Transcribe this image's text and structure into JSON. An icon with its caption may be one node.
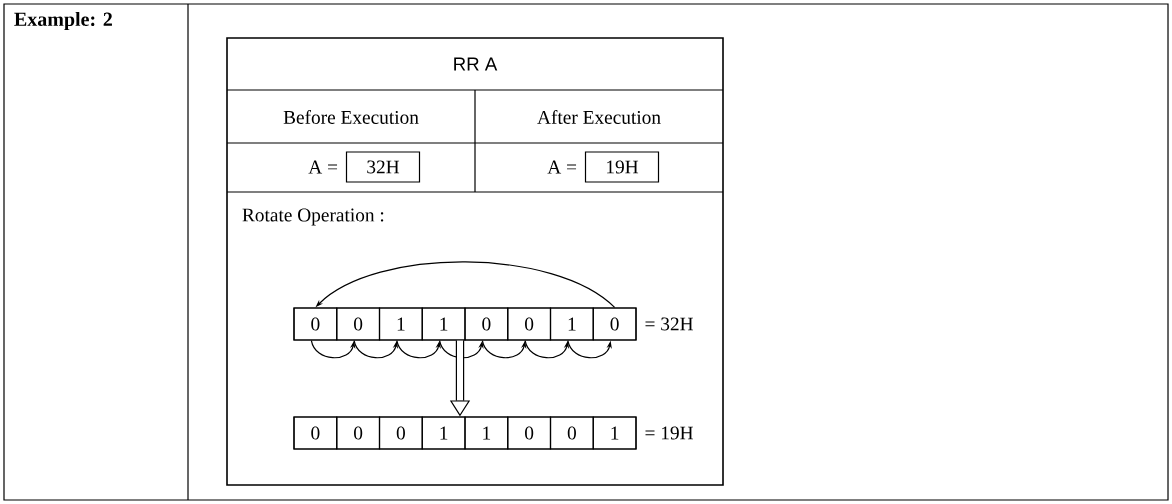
{
  "diagram": {
    "nodes": [
      {
        "text": [
          "32H"
        ],
        "beside": [
          "A ="
        ]
      },
      {
        "text": [
          "19H"
        ],
        "beside": [
          "A ="
        ]
      },
      {
        "text": [],
        "shape": "box",
        "beside": [
          "= 32H"
        ]
      },
      {
        "text": [
          "0"
        ],
        "in": 2
      },
      {
        "text": [
          "0"
        ],
        "in": 2
      },
      {
        "text": [
          "1"
        ],
        "in": 2
      },
      {
        "text": [
          "1"
        ],
        "in": 2
      },
      {
        "text": [
          "0"
        ],
        "in": 2
      },
      {
        "text": [
          "0"
        ],
        "in": 2
      },
      {
        "text": [
          "1"
        ],
        "in": 2
      },
      {
        "text": [
          "0"
        ],
        "in": 2
      },
      {
        "text": [],
        "shape": "box",
        "beside": [
          "= 19H"
        ]
      },
      {
        "text": [
          "0"
        ],
        "in": 11
      },
      {
        "text": [
          "0"
        ],
        "in": 11
      },
      {
        "text": [
          "0"
        ],
        "in": 11
      },
      {
        "text": [
          "1"
        ],
        "in": 11
      },
      {
        "text": [
          "1"
        ],
        "in": 11
      },
      {
        "text": [
          "0"
        ],
        "in": 11
      },
      {
        "text": [
          "0"
        ],
        "in": 11
      },
      {
        "text": [
          "1"
        ],
        "in": 11
      }
    ],
    "edges": [
      {
        "from": 3,
        "to": 4,
        "arrow": "to"
      },
      {
        "from": 4,
        "to": 5,
        "arrow": "to"
      },
      {
        "from": 5,
        "to": 6,
        "arrow": "to"
      },
      {
        "from": 6,
        "to": 7,
        "arrow": "to"
      },
      {
        "from": 7,
        "to": 8,
        "arrow": "to"
      },
      {
        "from": 8,
        "to": 9,
        "arrow": "to"
      },
      {
        "from": 9,
        "to": 10,
        "arrow": "to"
      },
      {
        "from": 10,
        "to": 3,
        "arrow": "to"
      },
      {
        "from": 2,
        "to": 11,
        "arrow": "to",
        "style": "thick"
      }
    ],
    "labels": [
      "Example: 2",
      "RR A",
      "Before Execution",
      "After Execution",
      "Rotate Operation :"
    ]
  }
}
